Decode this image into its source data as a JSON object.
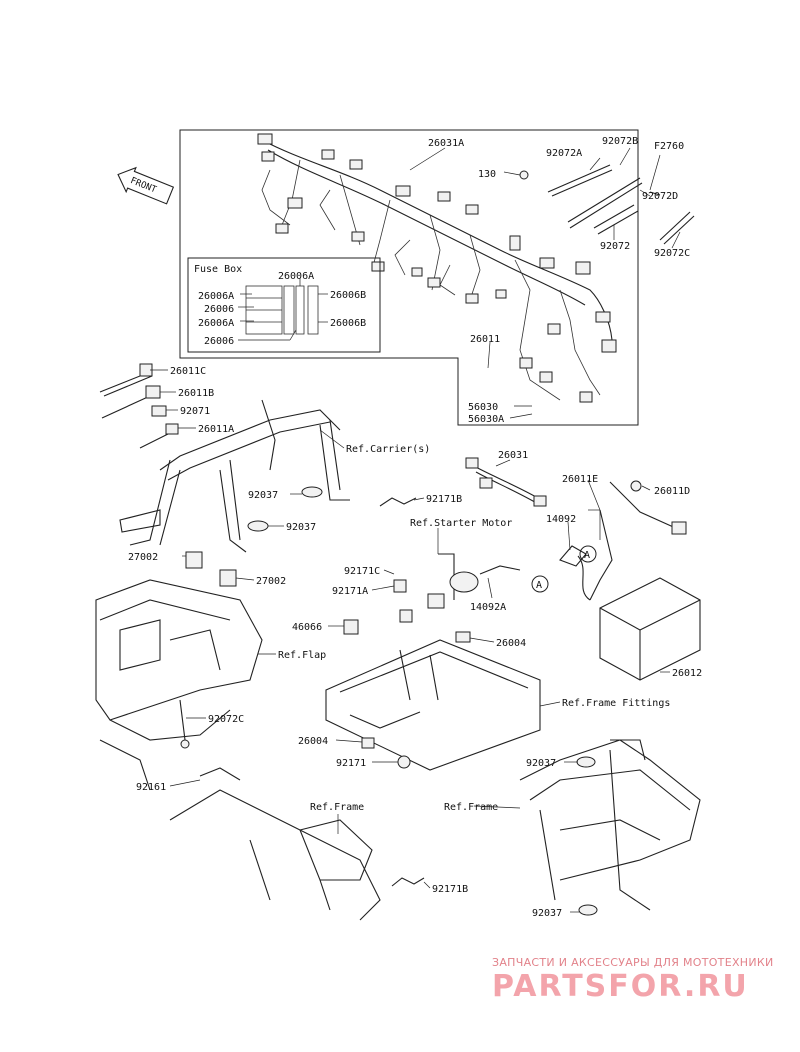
{
  "diagram": {
    "front_label": "FRONT",
    "fuse_box_title": "Fuse Box",
    "labels": {
      "p26031A": "26031A",
      "p92072A": "92072A",
      "p92072B": "92072B",
      "pF2760": "F2760",
      "p130": "130",
      "p92072D": "92072D",
      "p92072": "92072",
      "p92072C_top": "92072C",
      "fb_26006A_top": "26006A",
      "fb_26006A_l1": "26006A",
      "fb_26006B_1": "26006B",
      "fb_26006_l": "26006",
      "fb_26006A_l2": "26006A",
      "fb_26006B_2": "26006B",
      "fb_26006_bottom": "26006",
      "p26011": "26011",
      "p56030": "56030",
      "p56030A": "56030A",
      "p26011C": "26011C",
      "p26011B": "26011B",
      "p92071": "92071",
      "p26011A": "26011A",
      "ref_carrier": "Ref.Carrier(s)",
      "p92037_a": "92037",
      "p92037_b": "92037",
      "p26031": "26031",
      "p92171B_top": "92171B",
      "p26011E": "26011E",
      "p26011D": "26011D",
      "ref_starter": "Ref.Starter Motor",
      "p14092": "14092",
      "p27002_a": "27002",
      "p27002_b": "27002",
      "p92171C": "92171C",
      "p92171A": "92171A",
      "p14092A": "14092A",
      "p46066": "46066",
      "p26004_a": "26004",
      "ref_flap": "Ref.Flap",
      "p26012": "26012",
      "ref_frame_fittings": "Ref.Frame Fittings",
      "p92072C_bot": "92072C",
      "p26004_b": "26004",
      "p92171": "92171",
      "p92037_c": "92037",
      "p92161": "92161",
      "ref_frame_a": "Ref.Frame",
      "ref_frame_b": "Ref.Frame",
      "p92171B_bot": "92171B",
      "p92037_d": "92037",
      "circle_A_1": "A",
      "circle_A_2": "A"
    }
  },
  "watermark": {
    "tagline": "ЗАПЧАСТИ И АКСЕССУАРЫ ДЛЯ МОТОТЕХНИКИ",
    "brand": "PARTSFOR.RU",
    "color": "#f3a4ab"
  }
}
